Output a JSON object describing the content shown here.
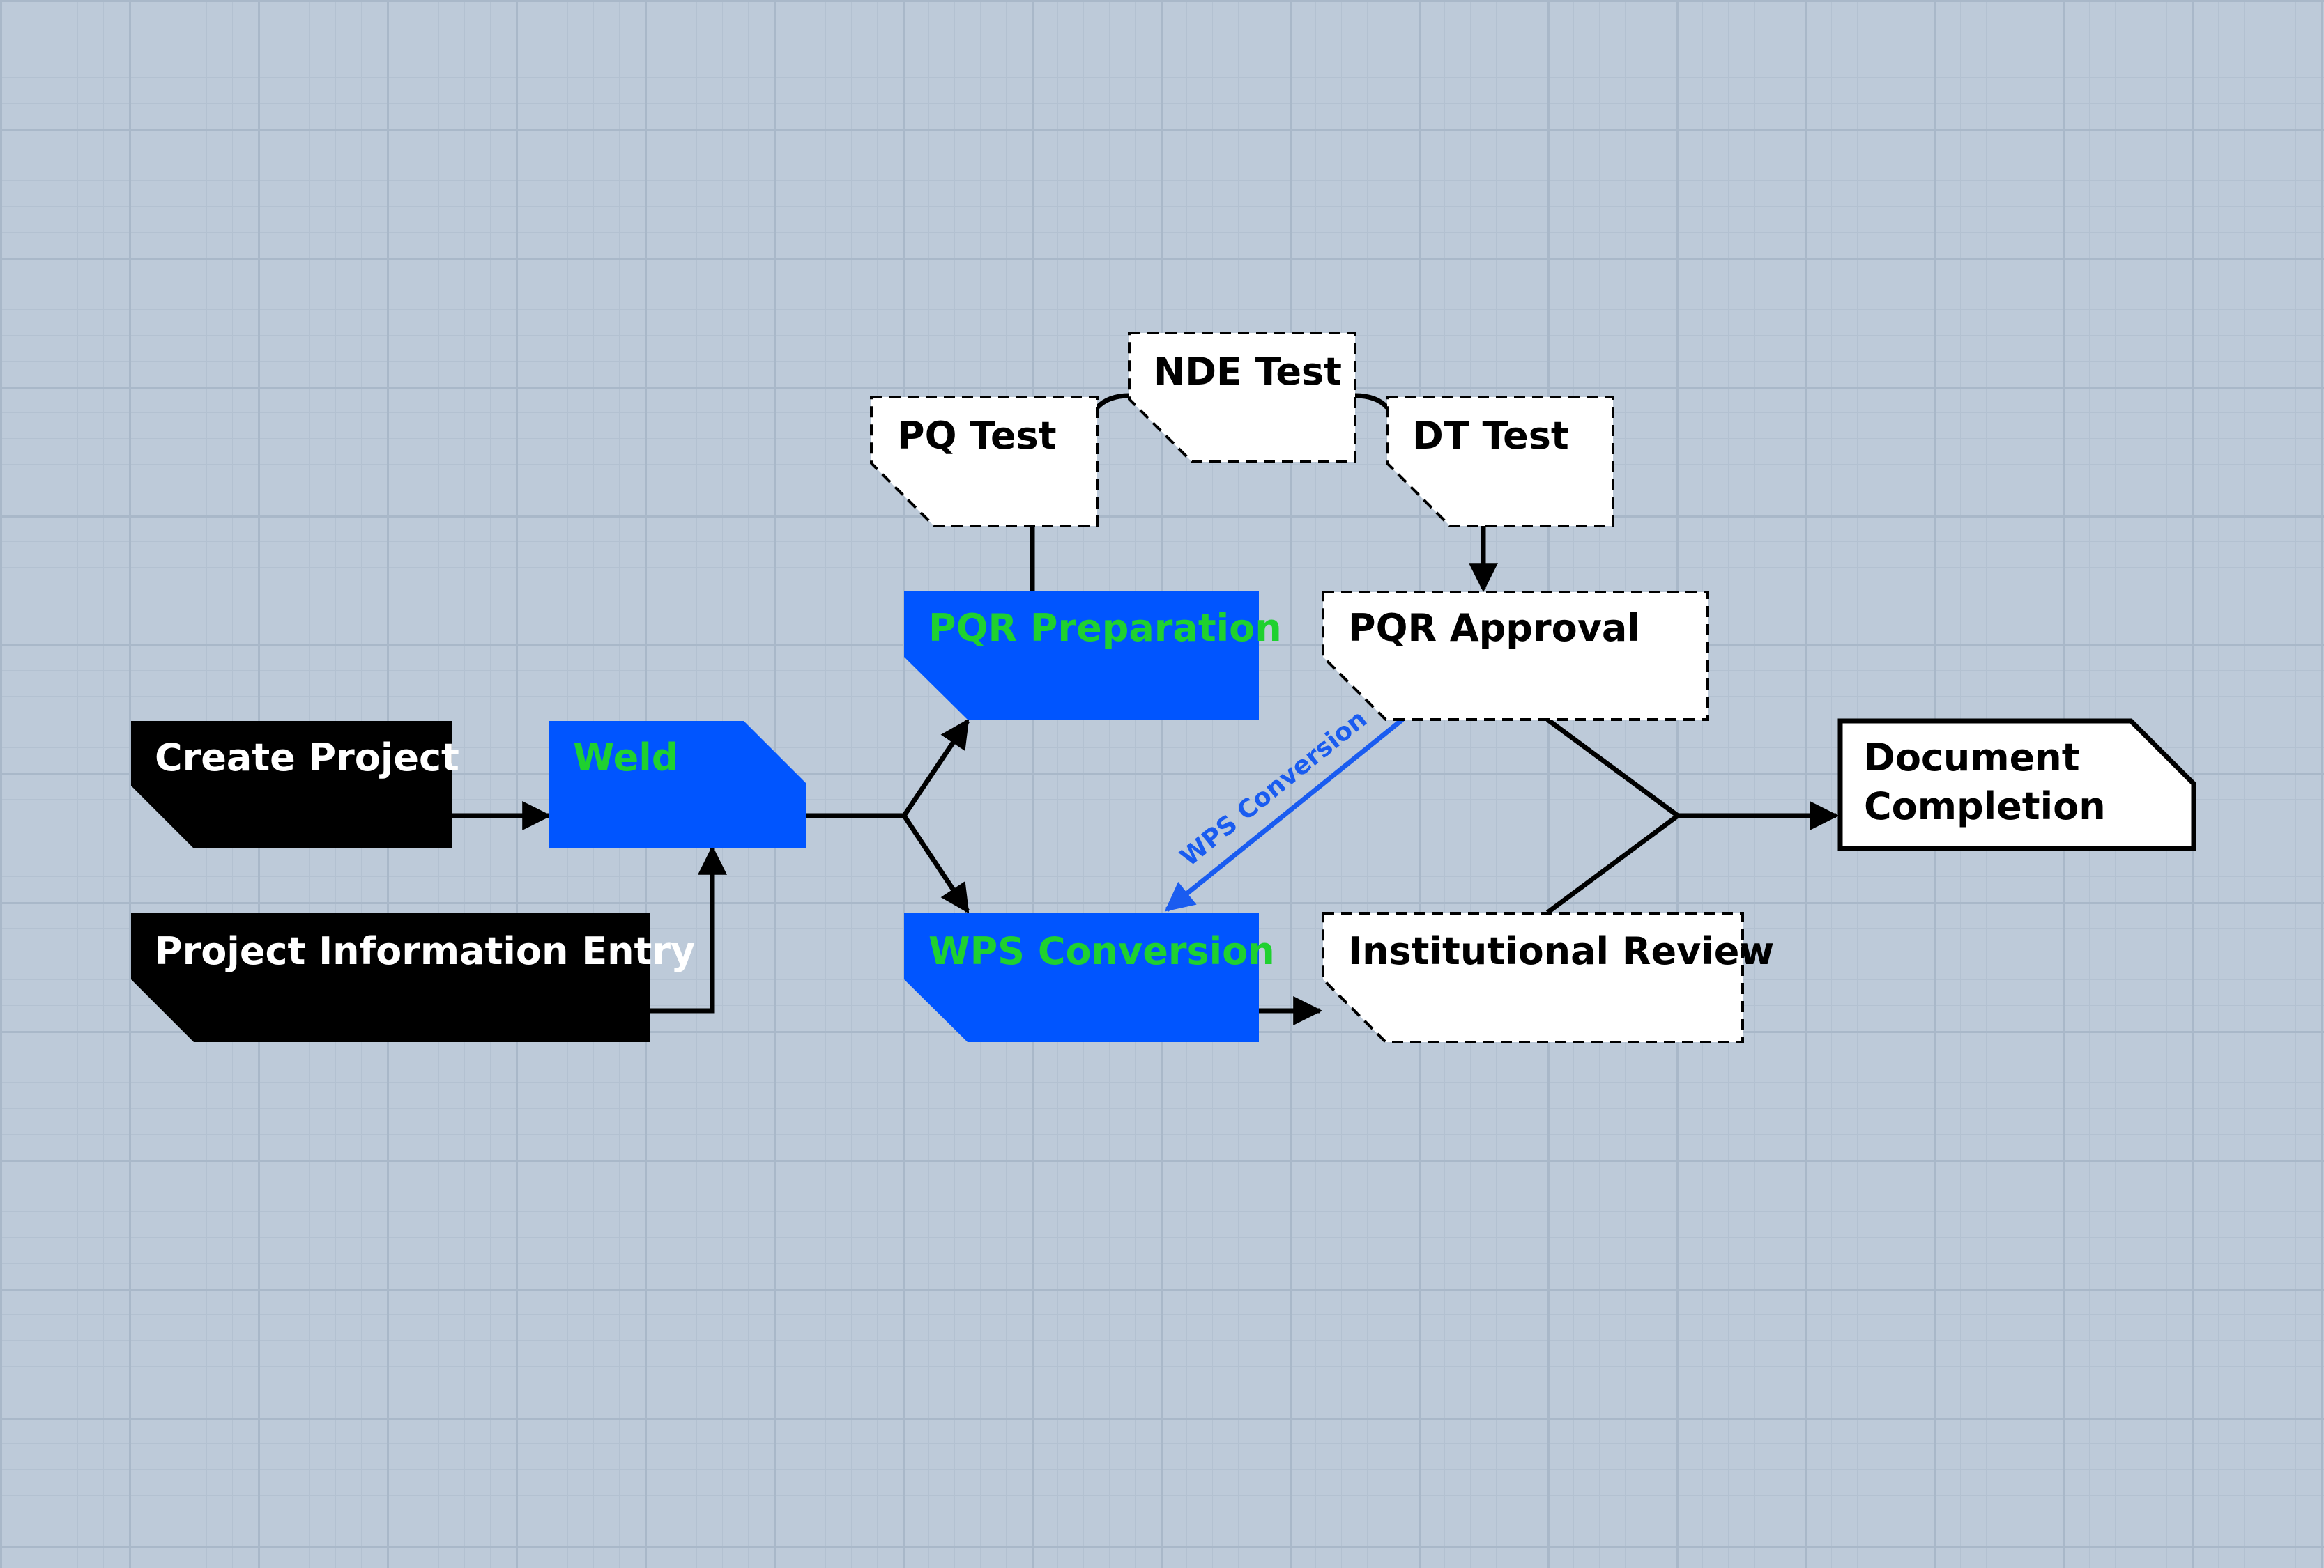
{
  "colors": {
    "background": "#bdcad9",
    "black_node": "#000000",
    "blue_node": "#0055ff",
    "white_node": "#ffffff",
    "green_text": "#1fd12f",
    "blue_edge": "#1a5cf0",
    "stroke": "#000000"
  },
  "nodes": {
    "create_project": "Create Project",
    "project_info": "Project Information Entry",
    "weld": "Weld",
    "pqr_preparation": "PQR Preparation",
    "wps_conversion": "WPS Conversion",
    "pq_test": "PQ Test",
    "nde_test": "NDE Test",
    "dt_test": "DT Test",
    "pqr_approval": "PQR Approval",
    "institutional_review": "Institutional Review",
    "document_completion_line1": "Document",
    "document_completion_line2": "Completion"
  },
  "edges": {
    "wps_conversion_label": "WPS Conversion"
  }
}
